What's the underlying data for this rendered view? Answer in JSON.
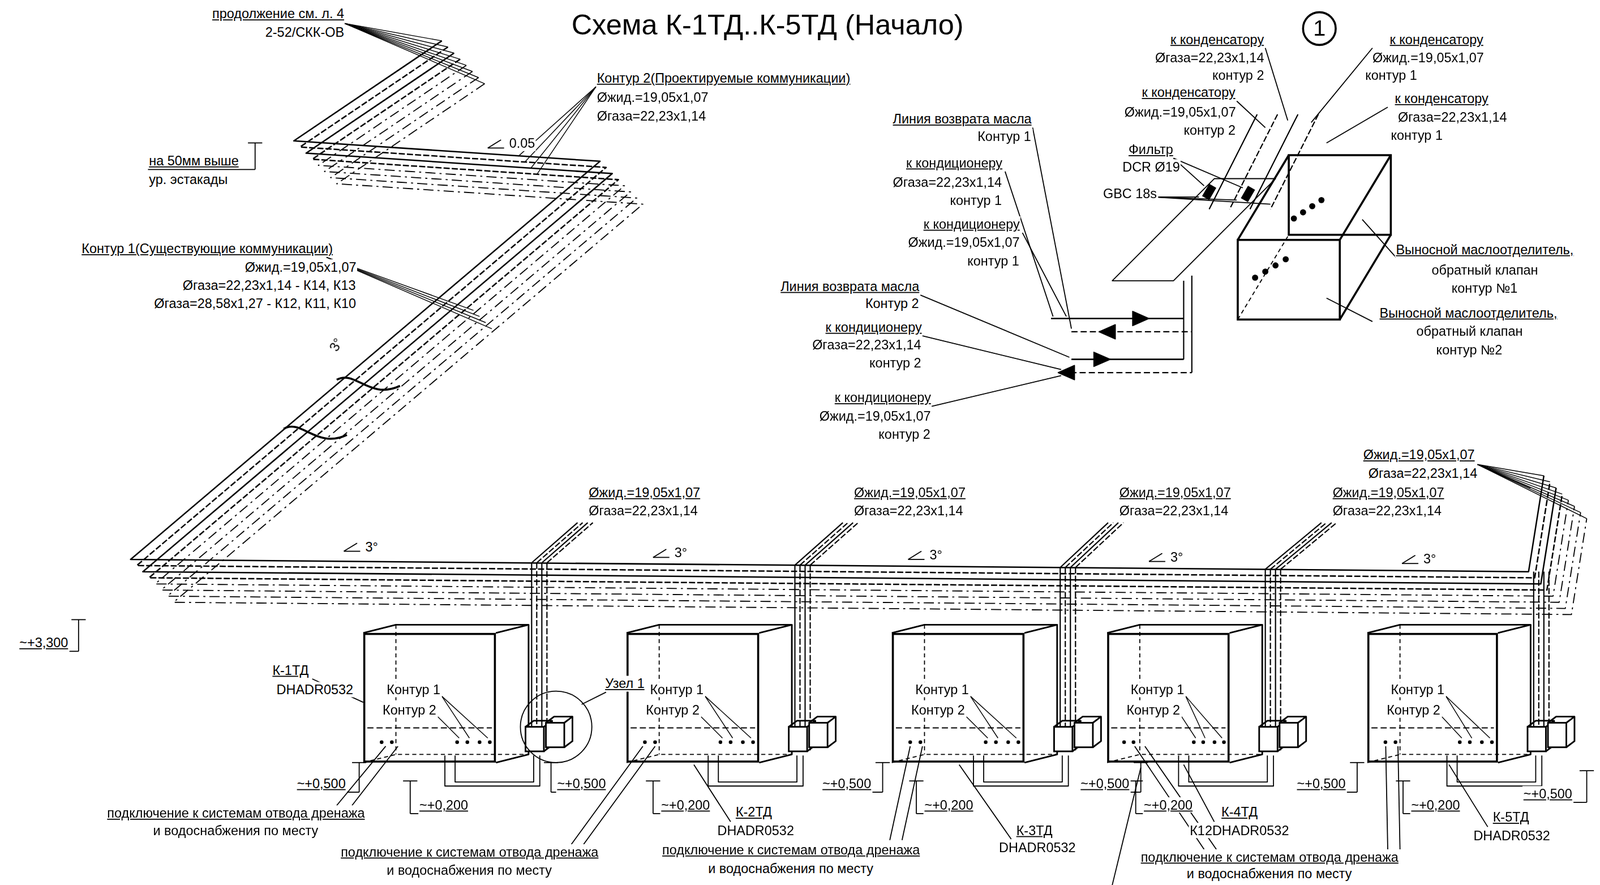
{
  "diagram": {
    "title": "Схема К-1ТД..К-5ТД (Начало)",
    "nodes": [
      {
        "text": [
          "1"
        ]
      },
      {
        "text": [
          "Контур 1",
          "Контур 2"
        ]
      },
      {
        "text": [
          "Контур 1",
          "Контур 2"
        ]
      },
      {
        "text": [
          "Контур 1",
          "Контур 2"
        ]
      },
      {
        "text": [
          "Контур 1",
          "Контур 2"
        ]
      },
      {
        "text": [
          "Контур 1",
          "Контур 2"
        ]
      }
    ],
    "labels": [
      "продолжение см. л. 4",
      "2-52/СКК-ОВ",
      "Контур 2(Проектируемые коммуникации)",
      "Øжид.=19,05х1,07",
      "Øгаза=22,23х1,14",
      "0.05",
      "на 50мм выше",
      "ур. эстакады",
      "Контур 1(Существующие коммуникации)",
      "Øжид.=19,05х1,07",
      "Øгаза=22,23х1,14 - К14, К13",
      "Øгаза=28,58х1,27 - К12, К11, К10",
      "3°",
      "~+3,300",
      "к конденсатору",
      "Øгаза=22,23х1,14",
      "контур 2",
      "к конденсатору",
      "Øжид.=19,05х1,07",
      "контур 1",
      "к конденсатору",
      "Øжид.=19,05х1,07",
      "контур 2",
      "к конденсатору",
      "Øгаза=22,23х1,14",
      "контур 1",
      "Линия возврата масла",
      "Контур 1",
      "Фильтр",
      "DCR Ø19",
      "к кондиционеру",
      "Øгаза=22,23х1,14",
      "контур 1",
      "GBC 18s",
      "к кондиционеру",
      "Øжид.=19,05х1,07",
      "контур 1",
      "Выносной маслоотделитель,",
      "обратный клапан",
      "контур №1",
      "Линия возврата масла",
      "Контур 2",
      "Выносной маслоотделитель,",
      "обратный клапан",
      "контур №2",
      "к кондиционеру",
      "Øгаза=22,23х1,14",
      "контур 2",
      "к кондиционеру",
      "Øжид.=19,05х1,07",
      "контур 2",
      "Øжид.=19,05х1,07",
      "Øгаза=22,23х1,14",
      "Øжид.=19,05х1,07",
      "Øгаза=22,23х1,14",
      "Øжид.=19,05х1,07",
      "Øгаза=22,23х1,14",
      "Øжид.=19,05х1,07",
      "Øгаза=22,23х1,14",
      "Øжид.=19,05х1,07",
      "Øгаза=22,23х1,14",
      "3°",
      "3°",
      "3°",
      "3°",
      "3°",
      "К-1ТД",
      "DHADR0532",
      "К-2ТД",
      "DHADR0532",
      "К-3ТД",
      "DHADR0532",
      "К-4ТД",
      "К12DHADR0532",
      "К-5ТД",
      "DHADR0532",
      "~+0,500",
      "~+0,200",
      "~+0,500",
      "~+0,200",
      "~+0,500",
      "~+0,200",
      "~+0,500",
      "~+0,200",
      "~+0,500",
      "~+0,200",
      "~+0,500",
      "Узел 1",
      "подключение к системам отвода дренажа",
      "и водоснабжения по месту",
      "подключение к системам отвода дренажа",
      "и водоснабжения по месту",
      "подключение к системам отвода дренажа",
      "и водоснабжения по месту",
      "подключение к системам отвода дренажа",
      "и водоснабжения по месту"
    ]
  }
}
